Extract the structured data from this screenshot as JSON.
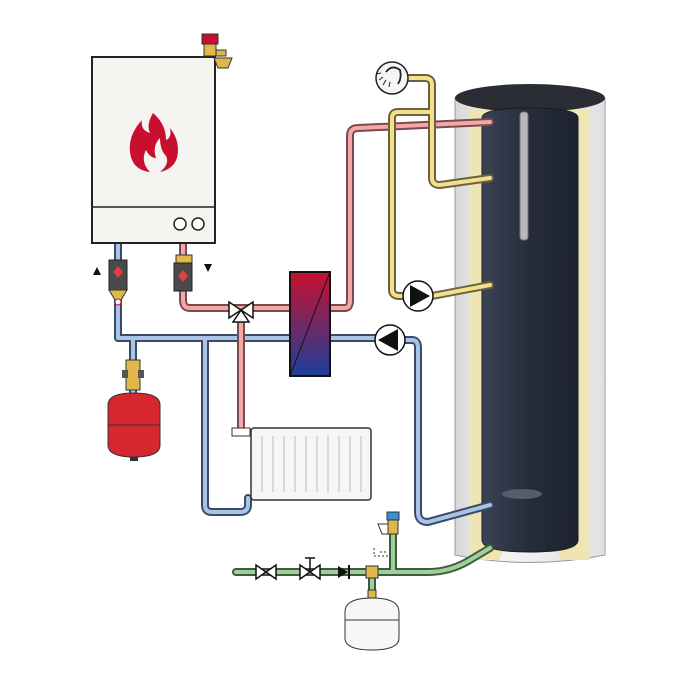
{
  "diagram": {
    "type": "heating-system-schematic",
    "components": [
      "boiler",
      "flame-icon",
      "boiler-safety-valve",
      "pump-separator-return",
      "pump-separator-flow",
      "expansion-vessel-heating",
      "three-way-valve",
      "heat-exchanger",
      "circulation-pump-heating",
      "radiator",
      "shower-icon",
      "circulation-pump-dhw",
      "storage-tank",
      "cold-water-inlet",
      "shutoff-valve",
      "check-valve",
      "expansion-vessel-dhw",
      "tank-safety-valve"
    ],
    "colors": {
      "flow_hot": "#f2a7a8",
      "return_cold": "#a9c4e8",
      "hot_water": "#f5e08a",
      "cold_water": "#9fd09a",
      "flame": "#c8102e",
      "vessel_red": "#d6262e",
      "tank_inner": "#2c3344",
      "insulation": "#efe9c9"
    }
  }
}
